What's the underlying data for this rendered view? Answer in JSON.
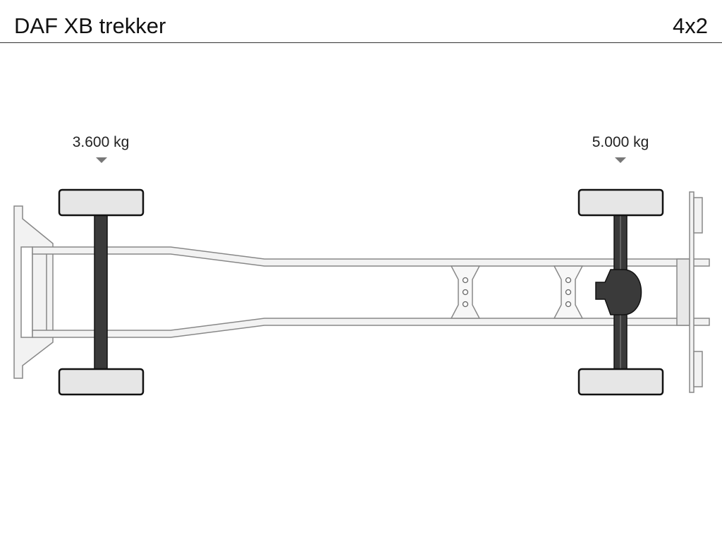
{
  "header": {
    "title": "DAF XB trekker",
    "configuration": "4x2"
  },
  "axles": [
    {
      "name": "front-axle",
      "load": "3.600 kg",
      "driven": false
    },
    {
      "name": "rear-axle",
      "load": "5.000 kg",
      "driven": true
    }
  ],
  "colors": {
    "frame_fill": "#f2f2f2",
    "frame_stroke": "#888888",
    "wheel_fill": "#e6e6e6",
    "wheel_stroke": "#111111",
    "axle_fill": "#3a3a3a",
    "marker": "#777777"
  }
}
